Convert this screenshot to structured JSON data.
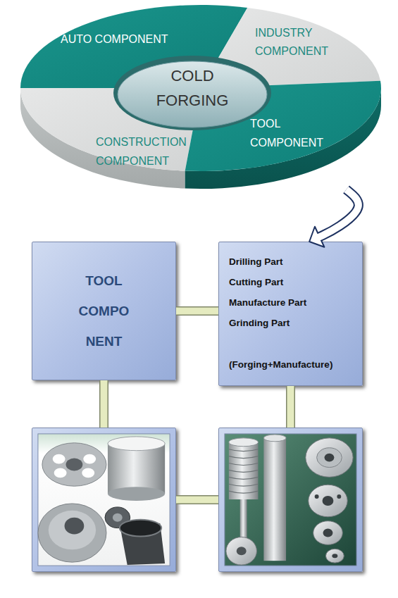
{
  "diagram": {
    "nodes": [
      {
        "text": [
          "AUTO COMPONENT"
        ]
      },
      {
        "text": [
          "INDUSTRY COMPONENT"
        ]
      },
      {
        "text": [
          "COLD FORGING"
        ]
      },
      {
        "text": [
          "CONSTRUCTION COMPONENT"
        ]
      },
      {
        "text": [
          "TOOL COMPONENT"
        ]
      },
      {
        "text": [
          "TOOL COMPO NENT"
        ]
      },
      {
        "text": [
          "Drilling Part",
          "Cutting Part",
          "Manufacture Part",
          "Grinding Part",
          "(Forging+Manufacture)"
        ]
      },
      {
        "text": []
      },
      {
        "text": []
      }
    ],
    "edges": [
      {
        "from": 4,
        "to": 6,
        "arrow": "to"
      },
      {
        "from": 5,
        "to": 6,
        "arrow": "none"
      },
      {
        "from": 5,
        "to": 7,
        "arrow": "none"
      },
      {
        "from": 6,
        "to": 8,
        "arrow": "none"
      },
      {
        "from": 7,
        "to": 8,
        "arrow": "none"
      }
    ]
  }
}
